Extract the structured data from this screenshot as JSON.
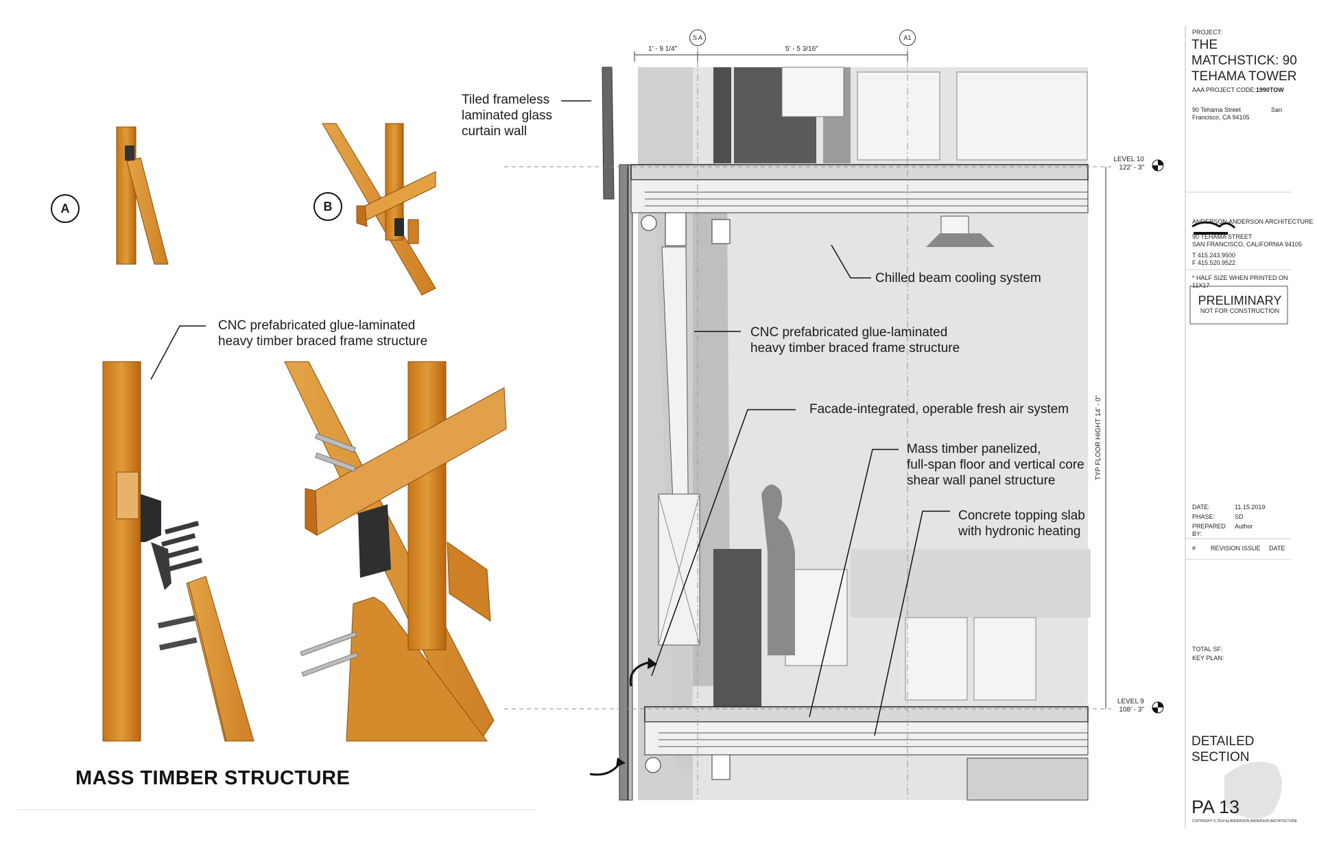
{
  "left_panel": {
    "detail_a_label": "A",
    "detail_b_label": "B",
    "frame_callout": "CNC prefabricated glue-laminated\nheavy timber braced frame structure",
    "title": "MASS TIMBER STRUCTURE"
  },
  "section": {
    "callouts": {
      "curtain_wall": "Tiled frameless\nlaminated glass\ncurtain wall",
      "chilled_beam": "Chilled beam cooling system",
      "frame": "CNC prefabricated glue-laminated\nheavy timber braced frame structure",
      "fresh_air": "Facade-integrated, operable fresh air system",
      "mass_timber": "Mass timber panelized,\nfull-span floor and vertical core\nshear wall panel structure",
      "concrete": "Concrete topping slab\nwith hydronic heating"
    },
    "dims": {
      "d1": "1' - 9 1/4\"",
      "d2": "5' - 5 3/16\""
    },
    "grid": {
      "sa": "S A",
      "a1": "A1"
    },
    "levels": {
      "level10_name": "LEVEL 10",
      "level10_elev": "122' - 3\"",
      "level9_name": "LEVEL 9",
      "level9_elev": "108' - 3\""
    },
    "floor_height": "TYP FLOOR HIGHT 14' - 0\""
  },
  "title_block": {
    "project_label": "PROJECT:",
    "project_name": "THE\nMATCHSTICK: 90\nTEHAMA TOWER",
    "code_label": "AAA PROJECT CODE:",
    "code_value": "1990TOW",
    "address_line1": "90 Tehama Street",
    "address_city_tail": "San",
    "address_line2": "Francisco, CA 94105",
    "firm_name": "ANDERSON ANDERSON ARCHITECTURE",
    "firm_addr1": "90 TEHAMA STREET",
    "firm_addr2": "SAN FRANCISCO, CALIFORNIA 94105",
    "phone": "T 415.243.9500",
    "fax": "F 415.520.9522",
    "half_size_note": "* HALF SIZE WHEN PRINTED ON\n11X17",
    "stamp_title": "PRELIMINARY",
    "stamp_sub": "NOT FOR CONSTRUCTION",
    "date_label": "DATE:",
    "date_value": "11.15.2019",
    "phase_label": "PHASE:",
    "phase_value": "SD",
    "prepared_label": "PREPARED\nBY:",
    "prepared_value": "Author",
    "rev_hash": "#",
    "rev_issue": "REVISION ISSUE",
    "rev_date": "DATE",
    "total_sf": "TOTAL SF:",
    "key_plan": "KEY PLAN:",
    "sheet_title": "DETAILED\nSECTION",
    "sheet_number": "PA 13",
    "copyright": "COPYRIGHT © 2014 by ANDERSON ANDERSON ARCHITECTURE"
  }
}
